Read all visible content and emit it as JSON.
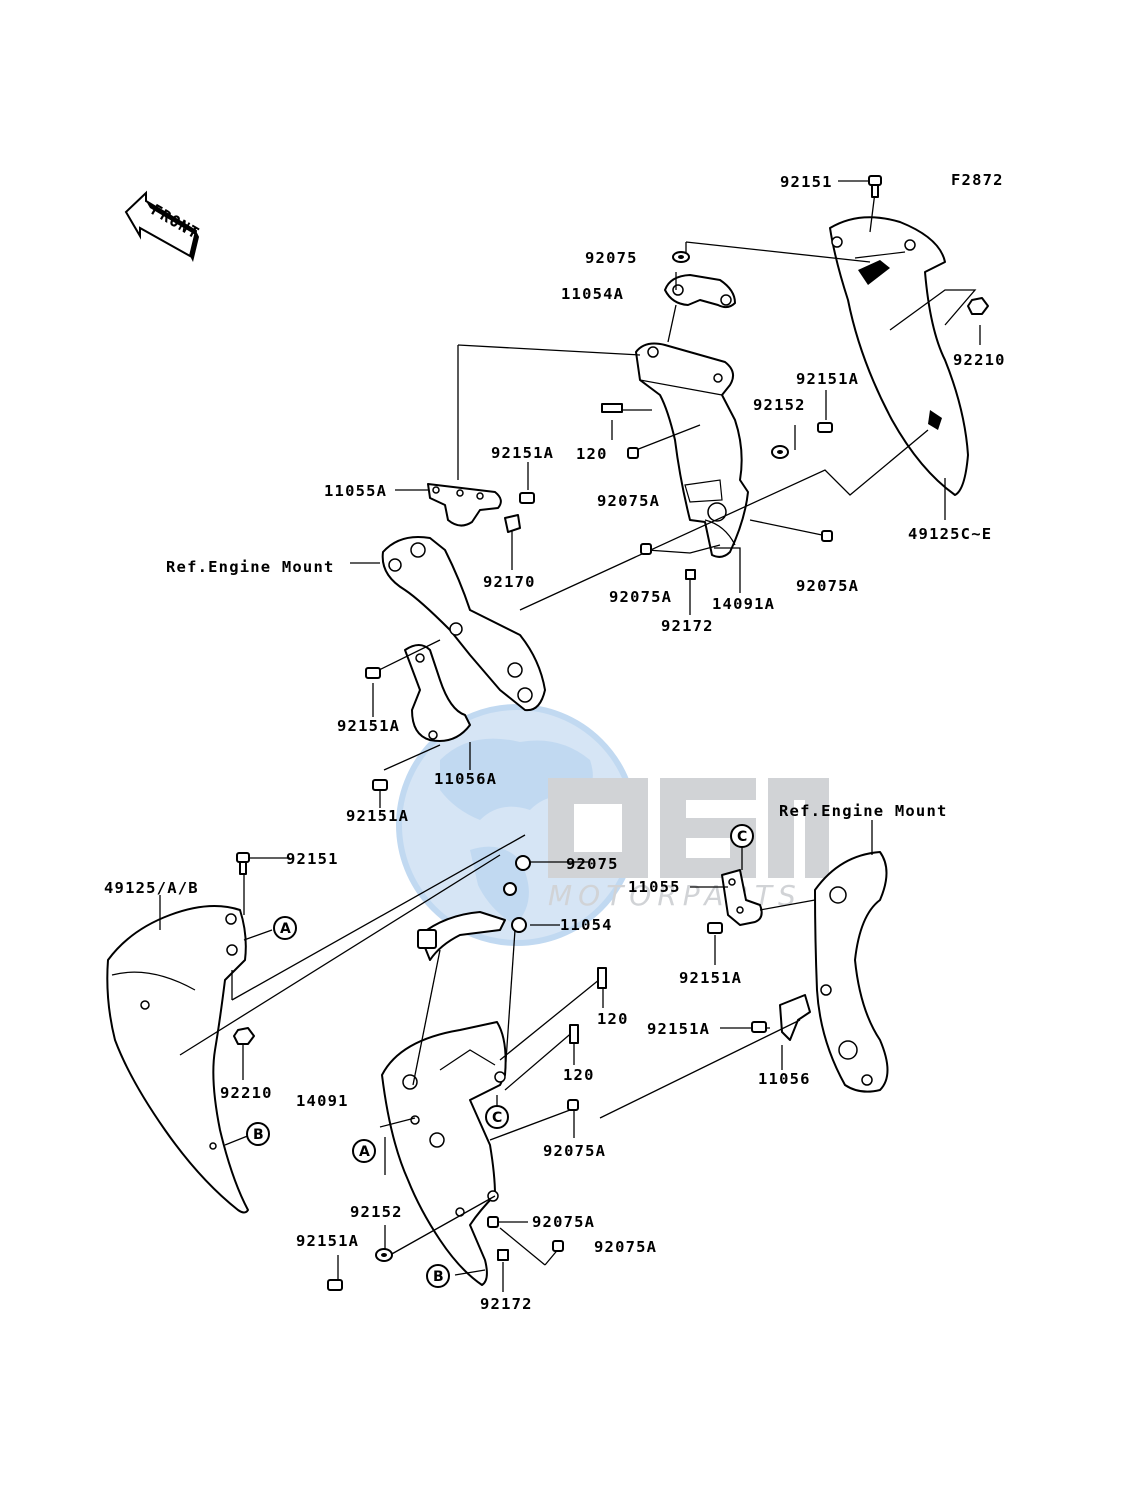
{
  "figure_code": "F2872",
  "front_arrow": {
    "label": "FRONT"
  },
  "watermark": {
    "brand": "OEM",
    "sub": "MOTORPARTS",
    "colors": {
      "globe": "#b7d3ef",
      "letters": "#c9ccd0"
    }
  },
  "refs": {
    "A": "A",
    "B": "B",
    "C": "C"
  },
  "labels": {
    "92151_top": "92151",
    "92075_top": "92075",
    "11054A": "11054A",
    "92210_top": "92210",
    "92151A_r1": "92151A",
    "92152_top": "92152",
    "92151A_u": "92151A",
    "120_top": "120",
    "11055A": "11055A",
    "92075A_a": "92075A",
    "49125CE": "49125C~E",
    "refeng_top": "Ref.Engine Mount",
    "92170": "92170",
    "92075A_b": "92075A",
    "14091A": "14091A",
    "92075A_c": "92075A",
    "92172_top": "92172",
    "92151A_l1": "92151A",
    "11056A": "11056A",
    "92151A_l2": "92151A",
    "refeng_bot": "Ref.Engine Mount",
    "92151_bot": "92151",
    "92075_mid": "92075",
    "49125AB": "49125/A/B",
    "11055": "11055",
    "11054": "11054",
    "92151A_m": "92151A",
    "120_m1": "120",
    "92151A_m2": "92151A",
    "11056": "11056",
    "120_m2": "120",
    "92210_bot": "92210",
    "14091": "14091",
    "92075A_d": "92075A",
    "92152_bot": "92152",
    "92075A_e": "92075A",
    "92151A_bot": "92151A",
    "92075A_f": "92075A",
    "92172_bot": "92172"
  }
}
